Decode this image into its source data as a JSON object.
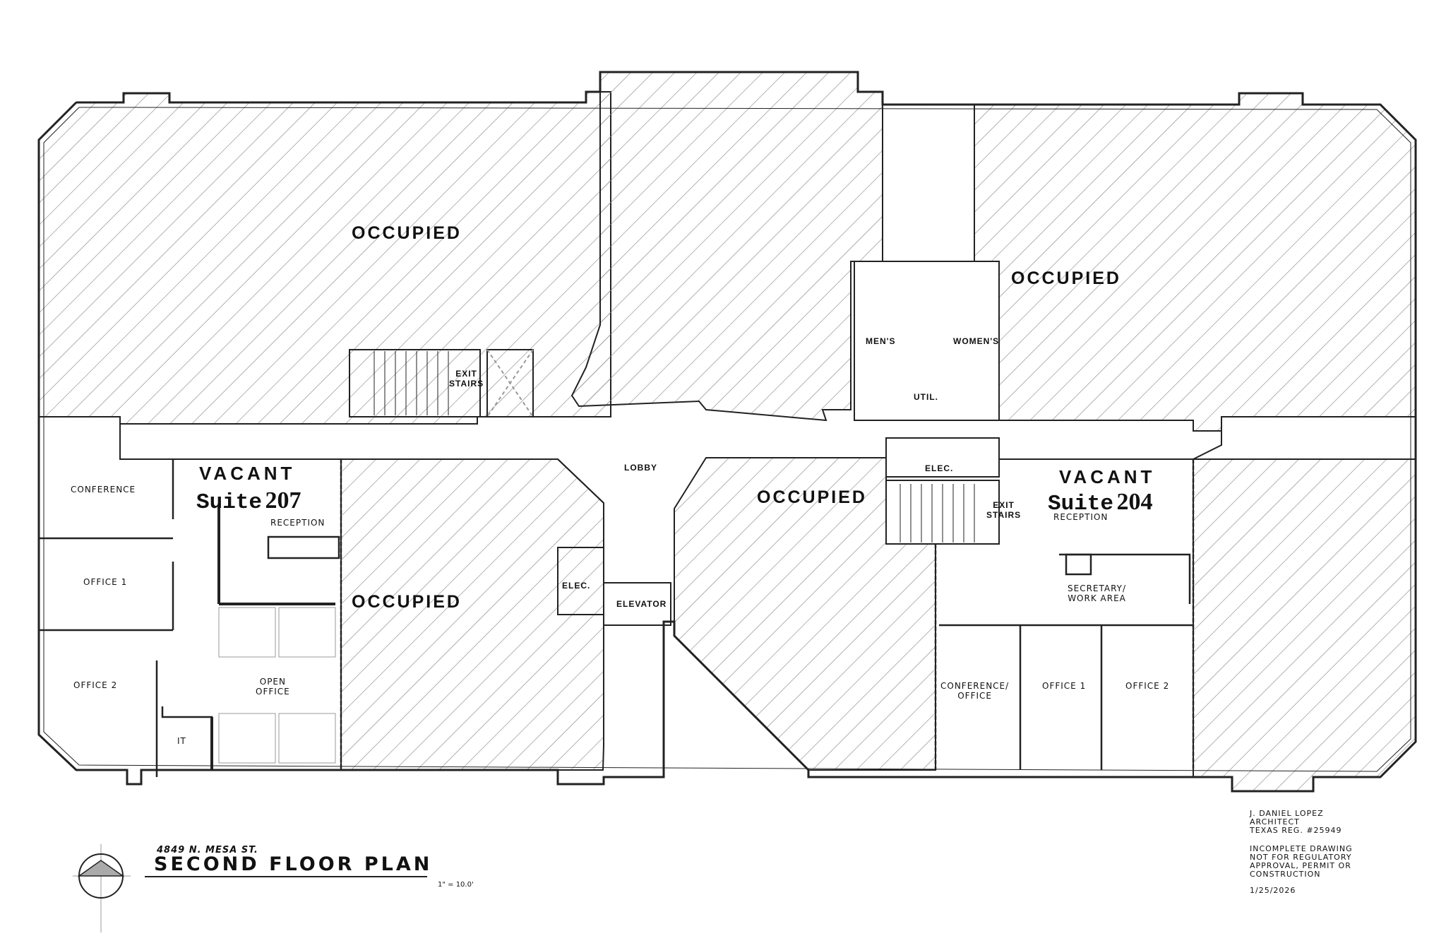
{
  "drawing": {
    "address": "4849 N. MESA ST.",
    "title": "SECOND FLOOR PLAN",
    "scale": "1\" = 10.0'",
    "north_arrow": "north-arrow-icon"
  },
  "architect": {
    "name": "J. DANIEL LOPEZ",
    "role": "ARCHITECT",
    "registration": "TEXAS REG. #25949",
    "disclaimer": [
      "INCOMPLETE DRAWING",
      "NOT FOR REGULATORY",
      "APPROVAL, PERMIT OR",
      "CONSTRUCTION"
    ],
    "date": "1/25/2026"
  },
  "colors": {
    "line": "#222222",
    "hatch": "#8a8a8a",
    "background": "#ffffff"
  },
  "occupied_labels": [
    "OCCUPIED",
    "OCCUPIED",
    "OCCUPIED",
    "OCCUPIED"
  ],
  "common_areas": {
    "lobby": "LOBBY",
    "elevator": "ELEVATOR",
    "elec_west": "ELEC.",
    "elec_east": "ELEC.",
    "exit_stairs_west": [
      "EXIT",
      "STAIRS"
    ],
    "exit_stairs_east": [
      "EXIT",
      "STAIRS"
    ],
    "mens": "MEN'S",
    "womens": "WOMEN'S",
    "util": "UTIL."
  },
  "suites": [
    {
      "status": "VACANT",
      "suite_label": "Suite",
      "suite_number": "207",
      "rooms": {
        "conference": "CONFERENCE",
        "office1": "OFFICE 1",
        "office2": "OFFICE 2",
        "reception": "RECEPTION",
        "open_office": [
          "OPEN",
          "OFFICE"
        ],
        "it": "IT"
      }
    },
    {
      "status": "VACANT",
      "suite_label": "Suite",
      "suite_number": "204",
      "rooms": {
        "reception": "RECEPTION",
        "secretary": [
          "SECRETARY/",
          "WORK AREA"
        ],
        "conference": [
          "CONFERENCE/",
          "OFFICE"
        ],
        "office1": "OFFICE 1",
        "office2": "OFFICE 2"
      }
    }
  ]
}
